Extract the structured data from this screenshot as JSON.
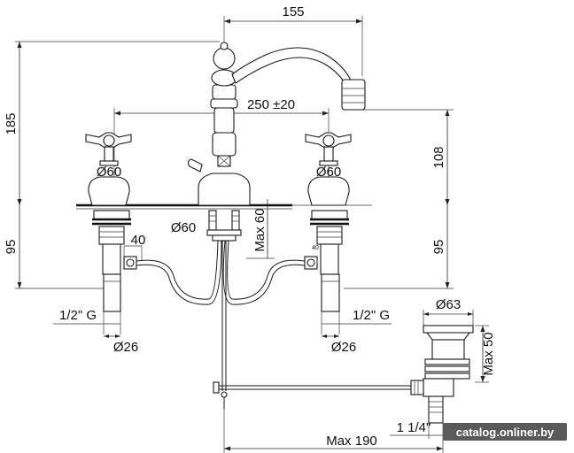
{
  "dimensions": {
    "top_width": "155",
    "height_total": "185",
    "center_distance": "250 ±20",
    "spout_height": "108",
    "handle_dia_left": "Ø60",
    "handle_dia_right": "Ø60",
    "body_dia": "Ø60",
    "max_deck": "Max 60",
    "below_left": "95",
    "below_right": "95",
    "hose_offset": "40",
    "hose_offset_small": "40",
    "thread_left": "1/2\" G",
    "thread_right": "1/2\" G",
    "tail_dia_left": "Ø26",
    "tail_dia_right": "Ø26",
    "waste_dia": "Ø63",
    "waste_height": "Max 50",
    "waste_thread": "1 1/4\"",
    "pull_rod_length": "Max 190"
  },
  "watermark": "catalog.onliner.by"
}
